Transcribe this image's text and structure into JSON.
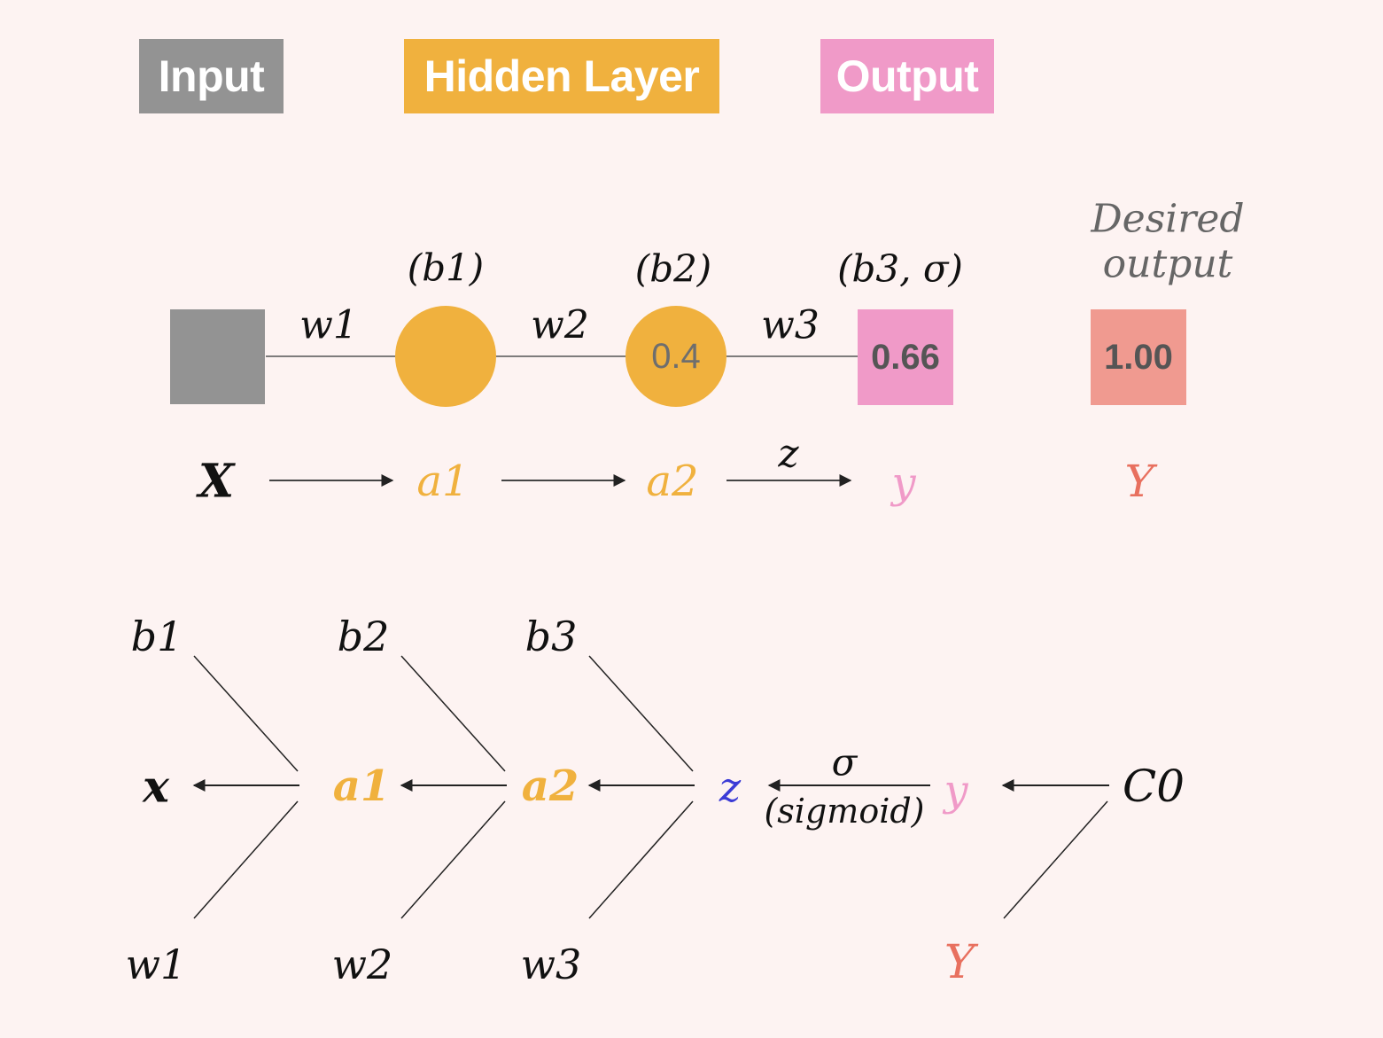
{
  "legend": {
    "input": "Input",
    "hidden": "Hidden Layer",
    "output": "Output"
  },
  "network": {
    "bias_labels": {
      "b1": "(b1)",
      "b2": "(b2)",
      "b3": "(b3, σ)"
    },
    "desired_output_label": {
      "line1": "Desired",
      "line2": "output"
    },
    "weight_labels": {
      "w1": "w1",
      "w2": "w2",
      "w3": "w3"
    },
    "hidden2_value": "0.4",
    "output_value": "0.66",
    "desired_value": "1.00",
    "flow": {
      "x": "X",
      "a1": "a1",
      "a2": "a2",
      "z": "z",
      "y": "y",
      "Y": "Y"
    }
  },
  "backprop": {
    "biases": {
      "b1": "b1",
      "b2": "b2",
      "b3": "b3"
    },
    "weights": {
      "w1": "w1",
      "w2": "w2",
      "w3": "w3"
    },
    "chain": {
      "x": "x",
      "a1": "a1",
      "a2": "a2",
      "z": "z",
      "y": "y",
      "c0": "C0"
    },
    "sigma": "σ",
    "sigmoid": "(sigmoid)",
    "target": "Y"
  },
  "colors": {
    "input_gray": "#939393",
    "hidden_orange": "#f0b13e",
    "output_pink": "#f09ac8",
    "desired_salmon": "#f09a90",
    "z_blue": "#3b3bd6",
    "target_red": "#e8705f",
    "background": "#fdf3f2"
  }
}
